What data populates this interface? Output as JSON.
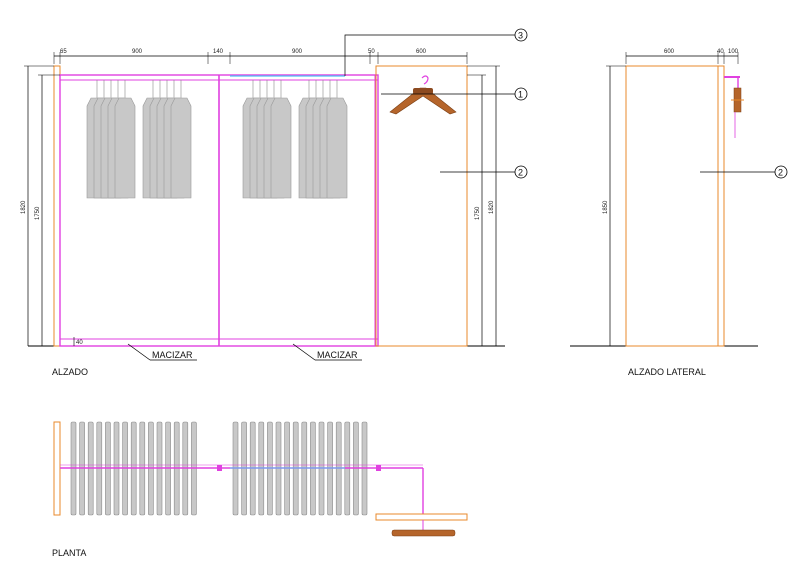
{
  "views": {
    "alzado": "ALZADO",
    "alzado_lateral": "ALZADO LATERAL",
    "planta": "PLANTA"
  },
  "notes": {
    "macizar_1": "MACIZAR",
    "macizar_2": "MACIZAR"
  },
  "callouts": [
    "1",
    "2",
    "3",
    "2"
  ],
  "dimensions": {
    "top": [
      "65",
      "900",
      "140",
      "900",
      "50",
      "600"
    ],
    "side_top": [
      "600",
      "40",
      "100"
    ],
    "left_heights": [
      "1820",
      "1750"
    ],
    "right_heights": [
      "1750",
      "1820"
    ],
    "side_height": "1850",
    "base": "40"
  },
  "colors": {
    "panel": "#e8892b",
    "rail": "#e040e0",
    "rail_accent": "#4fc3f7",
    "garment": "#c8c8c8",
    "hanger": "#b5652b",
    "line": "#000000"
  }
}
